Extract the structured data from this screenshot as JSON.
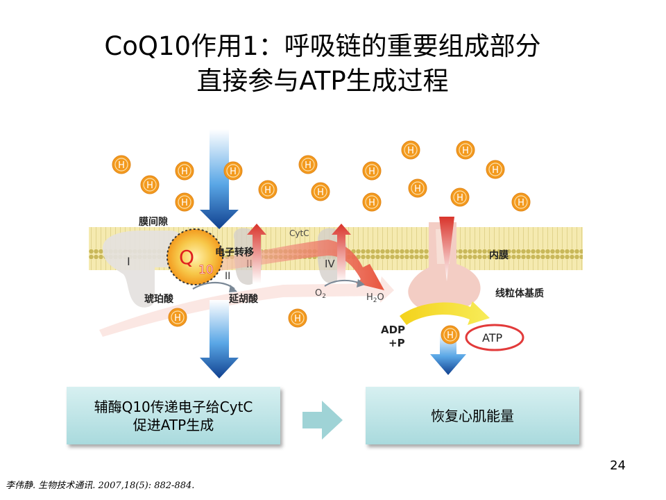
{
  "slide": {
    "title_line1": "CoQ10作用1：呼吸链的重要组成部分",
    "title_line2": "直接参与ATP生成过程",
    "page_number": "24",
    "citation": "李伟静. 生物技术通讯. 2007,18(5): 882-884."
  },
  "diagram": {
    "labels": {
      "intermembrane_space": "膜间隙",
      "electron_transfer": "电子转移",
      "inner_membrane": "内膜",
      "matrix": "线粒体基质",
      "succinate": "琥珀酸",
      "fumarate": "延胡酸",
      "cytc": "CytC",
      "o2": "O",
      "o2_sub": "2",
      "h2o_h": "H",
      "h2o_sub": "2",
      "h2o_o": "O",
      "adp": "ADP",
      "plus_p": "+P",
      "atp": "ATP",
      "q": "Q",
      "q_num": "10",
      "complex_I": "I",
      "complex_II": "II",
      "complex_III": "III",
      "complex_IV": "IV",
      "proton": "H"
    },
    "colors": {
      "proton_fill": "#f39a1e",
      "membrane_yellow": "#f2e7a6",
      "arrow_blue": "#1b4fa3",
      "arrow_red": "#d9342b",
      "atp_ring": "#e23a3a"
    }
  },
  "boxes": {
    "left_line1": "辅酶Q10传递电子给CytC",
    "left_line2": "促进ATP生成",
    "right": "恢复心肌能量"
  }
}
